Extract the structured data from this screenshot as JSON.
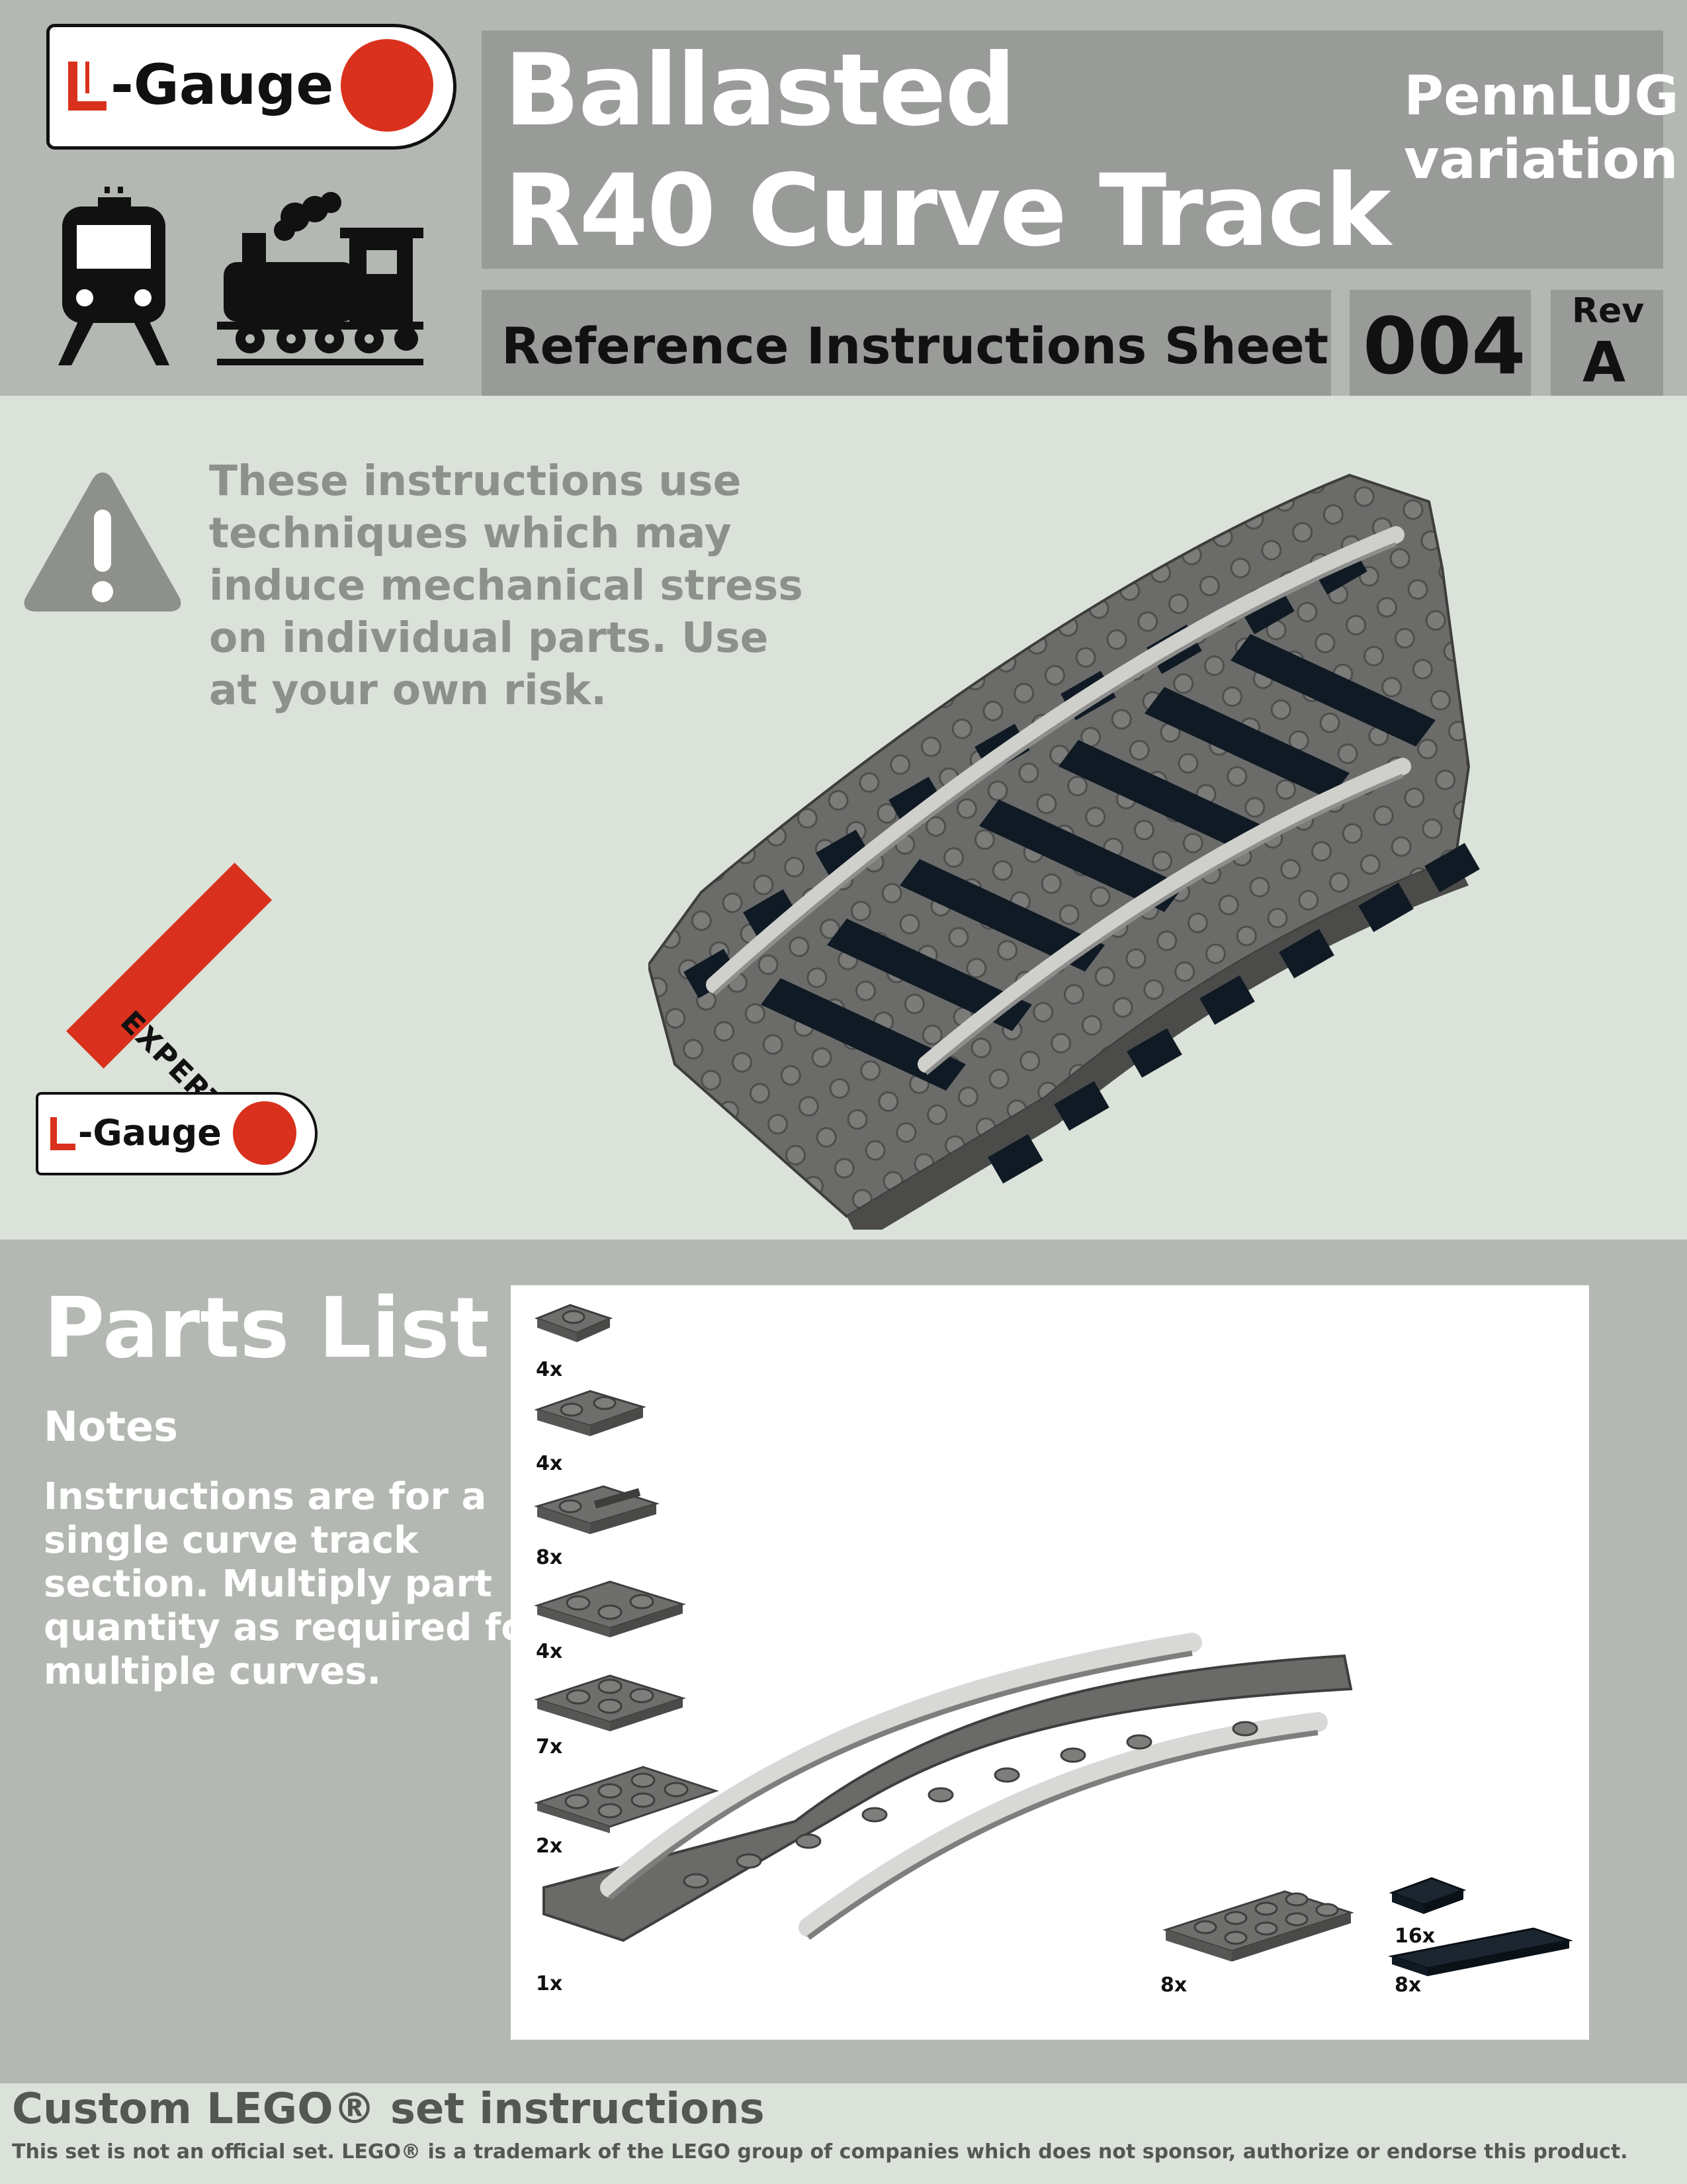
{
  "header": {
    "logo_text": "-Gauge",
    "title_line1": "Ballasted",
    "title_line2": "R40 Curve Track",
    "variation_line1": "PennLUG",
    "variation_line2": "variation",
    "subtitle": "Reference Instructions Sheet",
    "sheet_number": "004",
    "rev_label": "Rev",
    "rev_value": "A",
    "icons": [
      "train-front-icon",
      "steam-locomotive-icon"
    ]
  },
  "warning": {
    "icon": "warning-icon",
    "lines": [
      "These instructions use",
      "techniques which may",
      "induce mechanical stress",
      "on individual parts.  Use",
      "at your own risk."
    ]
  },
  "expert_badge": {
    "banner_text": "EXPERT",
    "logo_text": "-Gauge"
  },
  "parts": {
    "heading": "Parts List",
    "notes_heading": "Notes",
    "notes_lines": [
      "Instructions are for a",
      "single curve track",
      "section.  Multiply part",
      "quantity as required for",
      "multiple curves."
    ],
    "quantities": [
      "4x",
      "4x",
      "8x",
      "4x",
      "7x",
      "2x",
      "1x",
      "8x",
      "16x",
      "8x"
    ]
  },
  "footer": {
    "title": "Custom LEGO® set instructions",
    "disclaimer": "This set is not an official set.  LEGO® is a trademark of the LEGO group of companies which does not sponsor, authorize or endorse this product."
  },
  "colors": {
    "header_bg": "#b4b8b2",
    "title_box": "#999b98",
    "middle_bg": "#dbe2da",
    "brand_red": "#d9311d",
    "plate_gray": "#6f706e",
    "tile_black": "#0f1a24"
  }
}
